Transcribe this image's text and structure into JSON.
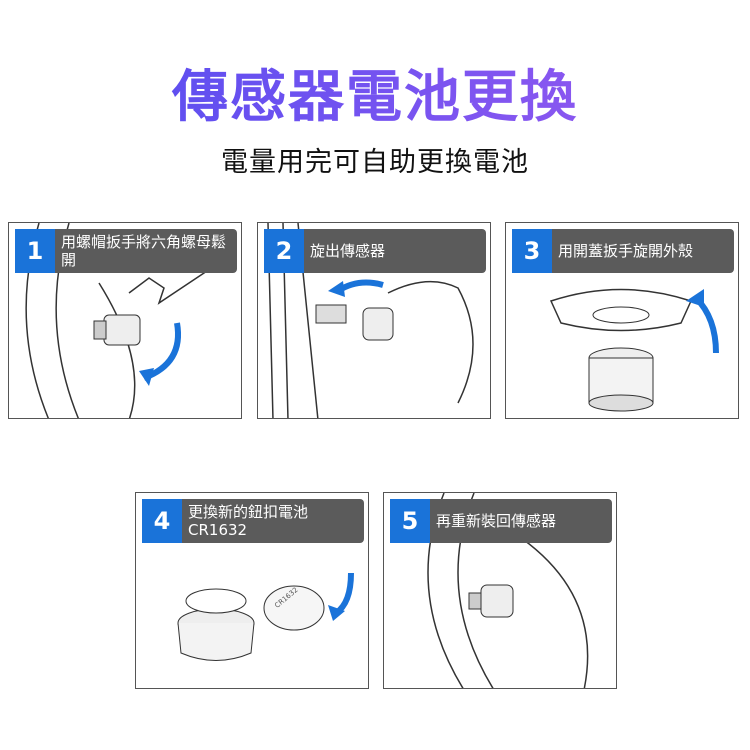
{
  "header": {
    "title": "傳感器電池更換",
    "subtitle": "電量用完可自助更換電池"
  },
  "steps": [
    {
      "number": "1",
      "text": "用螺帽扳手將六角螺母鬆開"
    },
    {
      "number": "2",
      "text": "旋出傳感器"
    },
    {
      "number": "3",
      "text": "用開蓋扳手旋開外殼"
    },
    {
      "number": "4",
      "text": "更換新的鈕扣電池 CR1632"
    },
    {
      "number": "5",
      "text": "再重新裝回傳感器"
    }
  ],
  "battery_marking": "CR1632",
  "colors": {
    "accent": "#1a73d9",
    "label_bg": "#5b5b5b",
    "title_start": "#4f4cf0",
    "title_end": "#9a5af0"
  }
}
